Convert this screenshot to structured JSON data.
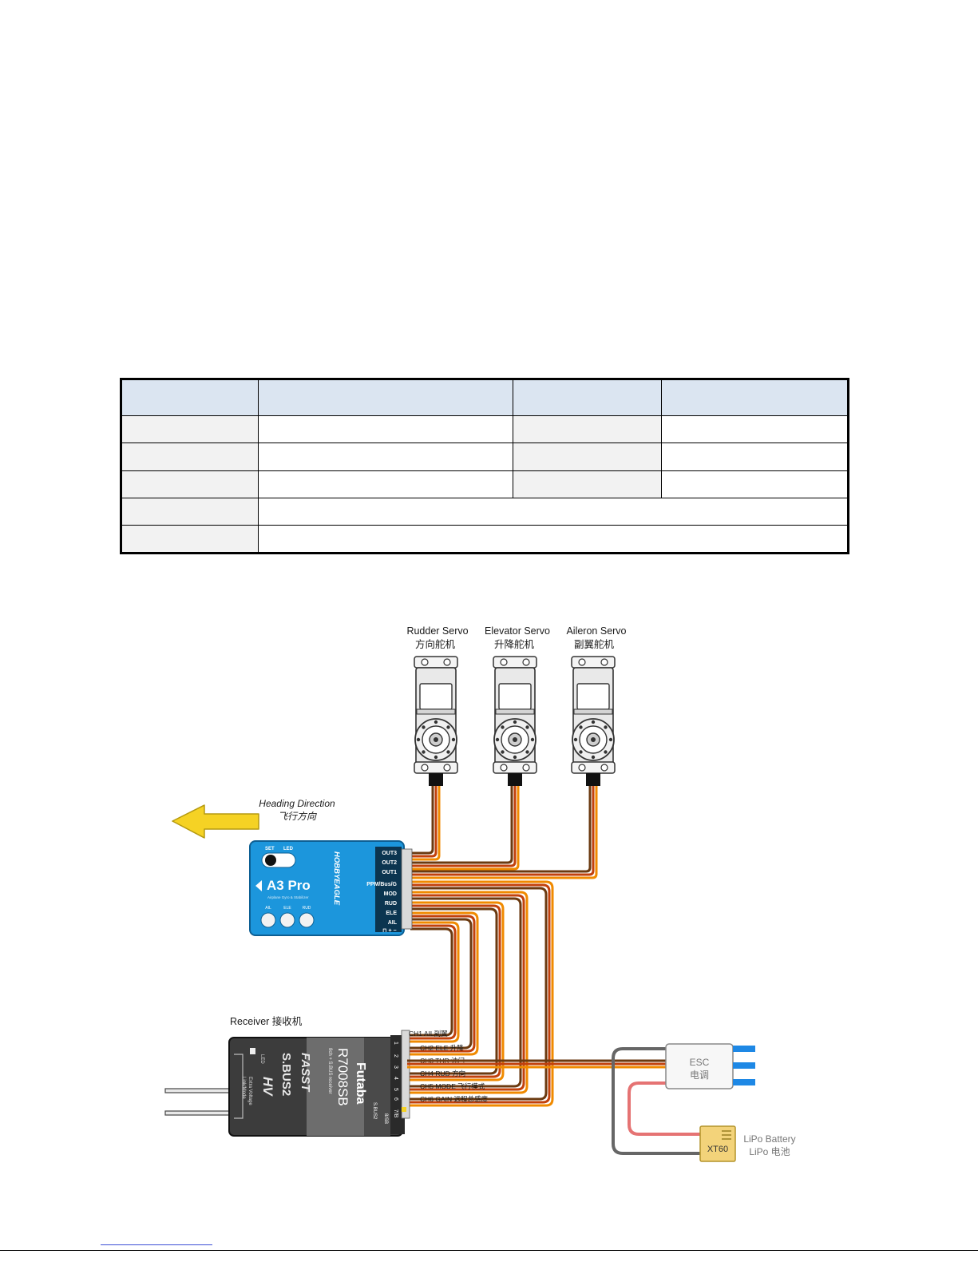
{
  "table": {
    "header": [
      "",
      "",
      "",
      ""
    ],
    "rows": [
      [
        "",
        "",
        "",
        ""
      ],
      [
        "",
        "",
        "",
        ""
      ],
      [
        "",
        "",
        "",
        ""
      ],
      [
        "",
        ""
      ],
      [
        "",
        ""
      ]
    ]
  },
  "diagram": {
    "servos": [
      {
        "en": "Rudder Servo",
        "zh": "方向舵机"
      },
      {
        "en": "Elevator Servo",
        "zh": "升降舵机"
      },
      {
        "en": "Aileron Servo",
        "zh": "副翼舵机"
      }
    ],
    "heading": {
      "en": "Heading Direction",
      "zh": "飞行方向"
    },
    "controller": {
      "brand": "HOBBYEAGLE",
      "model": "A3 Pro",
      "subtitle": "Airplane Gyro & Stabilizer",
      "set_label": "SET",
      "led_label": "LED",
      "knobs": [
        "AIL",
        "ELE",
        "RUD"
      ],
      "ports": [
        "OUT3",
        "OUT2",
        "OUT1",
        "PPM/Bus/G",
        "MOD",
        "RUD",
        "ELE",
        "AIL"
      ],
      "pin_legend": "⊓ + −"
    },
    "receiver": {
      "title": "Receiver 接收机",
      "brand": "Futaba",
      "model": "R7008SB",
      "desc": "8ch + S.BUS receiver",
      "fasst": "FASST",
      "sbus2": "S.BUS2",
      "hv": "HV",
      "extra": "Extra Voltage",
      "link": "Link/Mode",
      "led": "LED",
      "sbus2_port": "S.BUS2",
      "port_nums": [
        "1",
        "2",
        "3",
        "4",
        "5",
        "6",
        "7/B"
      ],
      "port_b": "8/SB"
    },
    "channels": [
      "CH1 AIL副翼",
      "CH2 ELE 升降",
      "CH3 THR 油门",
      "CH4 RUD 方向",
      "CH5 MODE 飞行模式",
      "CH6 GAIN 远程总感度"
    ],
    "esc": {
      "en": "ESC",
      "zh": "电调"
    },
    "battery": {
      "en": "LiPo Battery",
      "zh": "LiPo 电池",
      "connector": "XT60"
    },
    "colors": {
      "wire_orange": "#f08a00",
      "wire_red": "#c2410c",
      "wire_brown": "#6b3a10",
      "controller_blue": "#1c96dc",
      "arrow_yellow": "#f5d224",
      "esc_blue": "#1e88e5",
      "battery_yellow": "#f3d37a"
    }
  }
}
